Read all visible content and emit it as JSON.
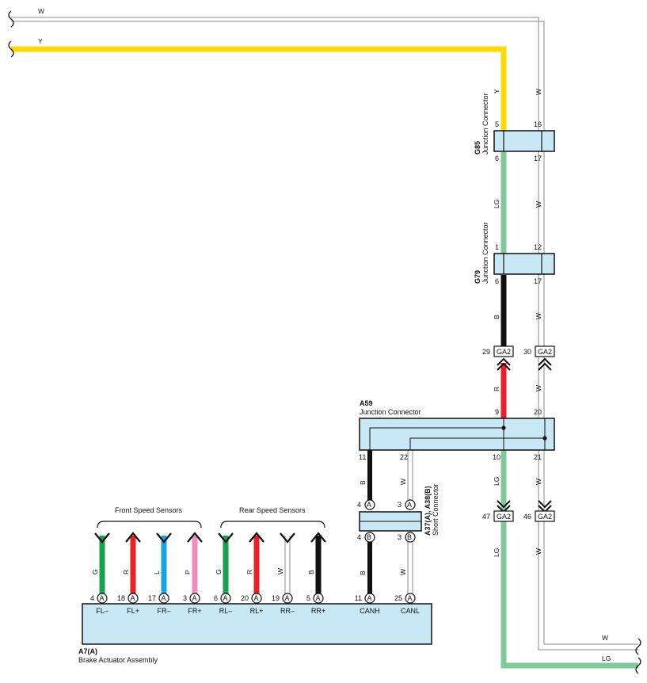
{
  "colors": {
    "yellow": "#ffd800",
    "lightgreen": "#7fc99a",
    "red": "#e8202a",
    "black": "#111111",
    "green": "#1aa050",
    "blue": "#18a4e0",
    "pink": "#f08cc0",
    "box_fill": "#c8e8f6"
  },
  "top_wires": {
    "w_label": "W",
    "y_label": "Y"
  },
  "g85": {
    "id": "G85",
    "name": "Junction Connector",
    "pins": {
      "p5": "5",
      "p6": "6",
      "p16": "16",
      "p17": "17"
    },
    "wire_top_left": "Y",
    "wire_top_right": "W"
  },
  "g79": {
    "id": "G79",
    "name": "Junction Connector",
    "pins": {
      "p1": "1",
      "p6": "6",
      "p12": "12",
      "p17": "17"
    },
    "wire_above_left": "LG",
    "wire_above_right": "W",
    "wire_below_left": "B",
    "wire_below_right": "W"
  },
  "ga2_upper": {
    "pin_left": "29",
    "pin_right": "30",
    "label_left": "GA2",
    "label_right": "GA2"
  },
  "a59": {
    "id": "A59",
    "name": "Junction Connector",
    "pins": {
      "p9": "9",
      "p20": "20",
      "p11": "11",
      "p22": "22",
      "p10": "10",
      "p21": "21"
    },
    "wire_above_left": "R",
    "wire_above_right": "W",
    "wire_below_left": "B",
    "wire_below_right": "W",
    "wire_right_left": "LG",
    "wire_right_right": "W"
  },
  "short_connector": {
    "id": "A37(A), A38(B)",
    "name": "Short Connector",
    "pin_4": "4",
    "pin_3": "3",
    "letter_a": "A",
    "letter_b": "B",
    "wire_below_left": "B",
    "wire_below_right": "W"
  },
  "ga2_lower": {
    "pin_left": "47",
    "pin_right": "46",
    "label_left": "GA2",
    "label_right": "GA2",
    "wire_left": "LG",
    "wire_right": "W"
  },
  "groups": {
    "front": "Front Speed Sensors",
    "rear": "Rear Speed Sensors"
  },
  "sensors": [
    {
      "pin": "4",
      "wire": "G",
      "term": "FL–"
    },
    {
      "pin": "18",
      "wire": "R",
      "term": "FL+"
    },
    {
      "pin": "17",
      "wire": "L",
      "term": "FR–"
    },
    {
      "pin": "3",
      "wire": "P",
      "term": "FR+"
    },
    {
      "pin": "6",
      "wire": "G",
      "term": "RL–"
    },
    {
      "pin": "20",
      "wire": "R",
      "term": "RL+"
    },
    {
      "pin": "19",
      "wire": "W",
      "term": "RR–"
    },
    {
      "pin": "5",
      "wire": "B",
      "term": "RR+"
    }
  ],
  "can": [
    {
      "pin": "11",
      "term": "CANH"
    },
    {
      "pin": "25",
      "term": "CANL"
    }
  ],
  "pin_letter": "A",
  "a7": {
    "id": "A7(A)",
    "name": "Brake Actuator Assembly"
  },
  "bottom_wires": {
    "w_label": "W",
    "lg_label": "LG"
  }
}
